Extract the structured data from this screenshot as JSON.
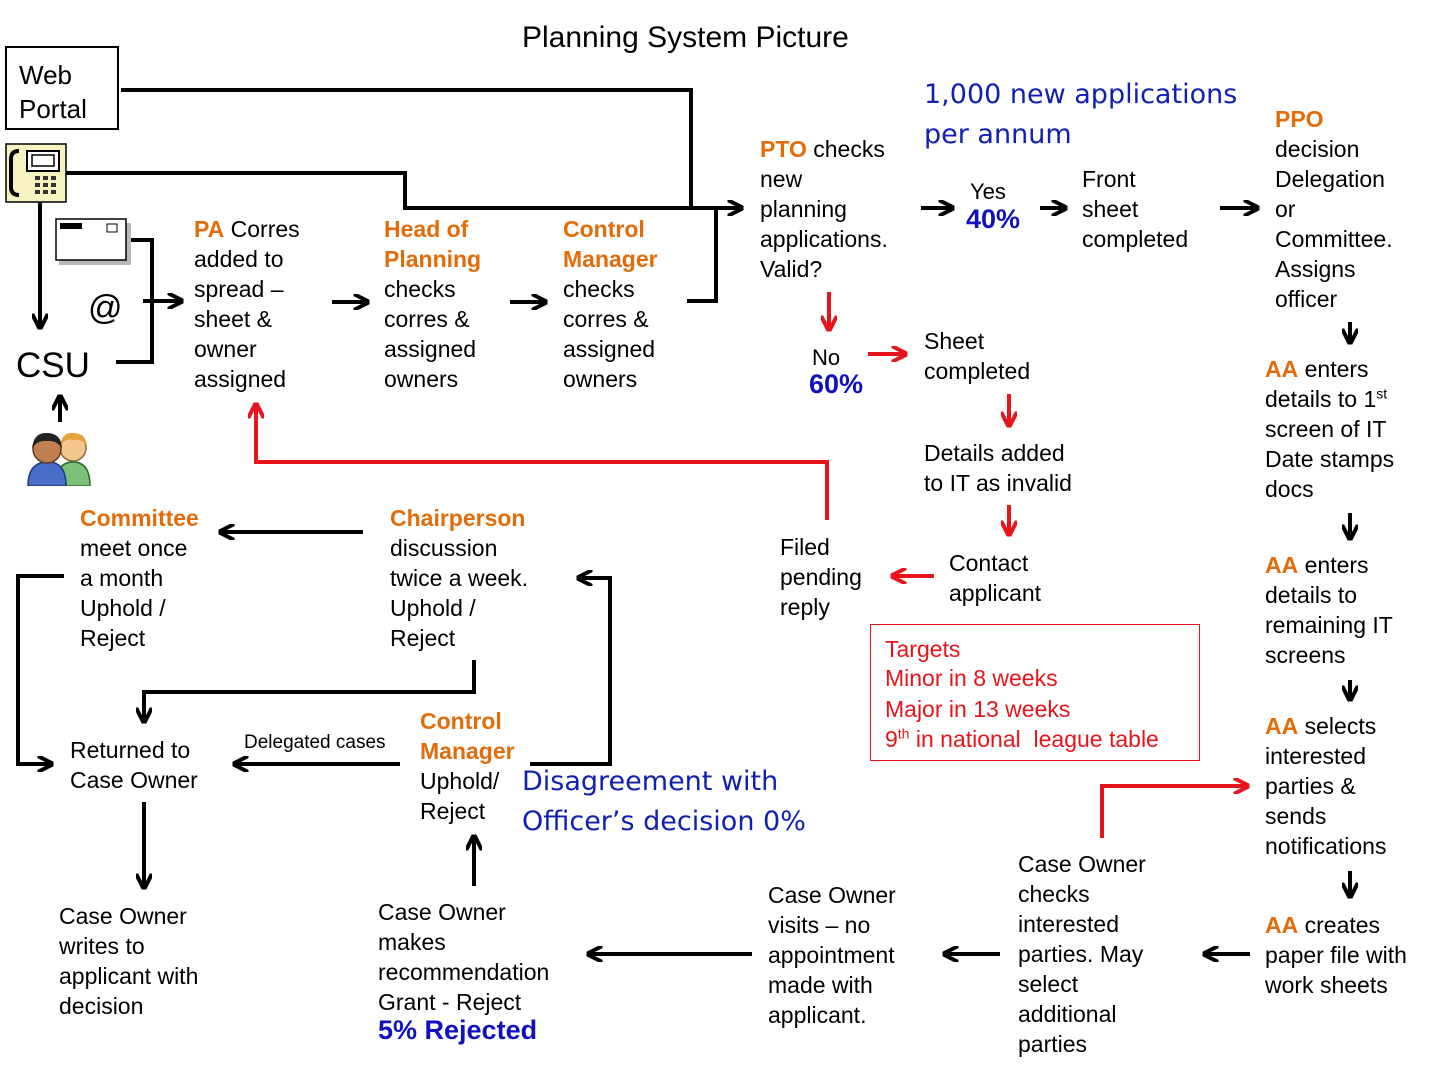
{
  "title": "Planning System Picture",
  "web_portal": "Web\nPortal",
  "csu": "CSU",
  "at_sign": "@",
  "nodes": {
    "pa": {
      "head": "PA",
      "rest": " Corres\nadded to\nspread –\nsheet &\nowner\nassigned"
    },
    "hop": {
      "head": "Head of\nPlanning",
      "rest": "checks\ncorres &\nassigned\nowners"
    },
    "cm1": {
      "head": "Control\nManager",
      "rest": "checks\ncorres &\nassigned\nowners"
    },
    "pto": {
      "head": "PTO",
      "rest": " checks\nnew\nplanning\napplications.\nValid?"
    },
    "ppo": {
      "head": "PPO",
      "rest": "decision\nDelegation\nor\nCommittee.\nAssigns\nofficer"
    },
    "aa1": {
      "head": "AA",
      "rest": " enters\ndetails to 1",
      "sup": "st",
      "rest2": "\nscreen of IT\nDate stamps\ndocs"
    },
    "aa2": {
      "head": "AA",
      "rest": " enters\ndetails to\nremaining IT\nscreens"
    },
    "aa3": {
      "head": "AA",
      "rest": " selects\ninterested\nparties &\nsends\nnotifications"
    },
    "aa4": {
      "head": "AA",
      "rest": " creates\npaper file with\nwork sheets"
    },
    "committee": {
      "head": "Committee",
      "rest": "meet once\na month\nUphold /\nReject"
    },
    "chairperson": {
      "head": "Chairperson",
      "rest": "discussion\ntwice a week.\nUphold /\nReject"
    },
    "cm2": {
      "head": "Control\nManager",
      "rest": "Uphold/\nReject"
    }
  },
  "yes_label": "Yes",
  "yes_pct": "40%",
  "no_label": "No",
  "no_pct": "60%",
  "front_sheet": "Front\nsheet\ncompleted",
  "sheet_completed": "Sheet\ncompleted",
  "details_invalid": "Details added\nto IT as invalid",
  "contact_applicant": "Contact\napplicant",
  "filed_pending": "Filed\npending\nreply",
  "returned": "Returned to\nCase Owner",
  "delegated_cases": "Delegated cases",
  "co_writes": "Case Owner\nwrites to\napplicant with\ndecision",
  "co_recommend": "Case Owner\nmakes\nrecommendation\nGrant - Reject",
  "rejected_pct": "5% Rejected",
  "co_visits": "Case Owner\nvisits – no\nappointment\nmade with\napplicant.",
  "co_checks": "Case Owner\nchecks\ninterested\nparties. May\nselect\nadditional\nparties",
  "note_applications": "1,000 new applications\nper annum",
  "note_disagreement": "Disagreement with\nOfficer’s decision 0%",
  "targets": {
    "heading": "Targets",
    "minor": "Minor in 8 weeks",
    "major": "Major in 13 weeks",
    "league_pre": "9",
    "league_sup": "th",
    "league_post": " in national  league table"
  },
  "colors": {
    "role": "#e36c0a",
    "percent": "#1010bf",
    "invalid_path": "#e8141b",
    "note": "#1020b0"
  },
  "icons": [
    "telephone-icon",
    "envelope-icon",
    "people-icon"
  ]
}
